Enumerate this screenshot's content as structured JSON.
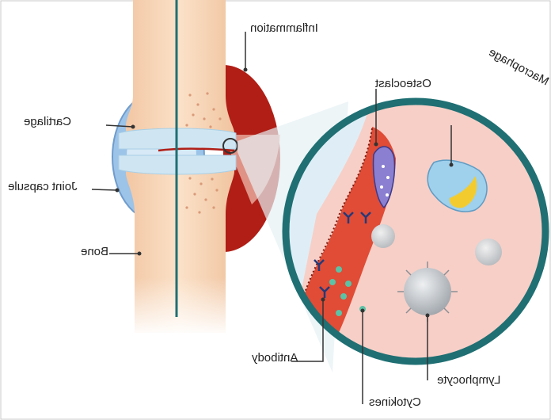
{
  "labels": {
    "inflammation": "Inflammation",
    "cartilage": "Cartilage",
    "joint_capsule": "Joint capsule",
    "bone": "Bone",
    "osteoclast": "Osteoclast",
    "macrophage": "Macrophage",
    "antibody": "Antibody",
    "cytokines": "Cytokines",
    "lymphocyte": "Lymphocyte"
  },
  "colors": {
    "bone": "#f6d4b4",
    "cartilage": "#cfe6f2",
    "capsule": "#8fb7e0",
    "inflammation": "#b01e16",
    "ring": "#1f6f73",
    "lens_bg": "#f7cfc7",
    "tissue": "#e04c36",
    "osteoclast": "#8a7fd0",
    "macrophage": "#9fd0ec",
    "cytokine": "#5cc2a6",
    "lymphocyte": "#bfc3c8"
  }
}
